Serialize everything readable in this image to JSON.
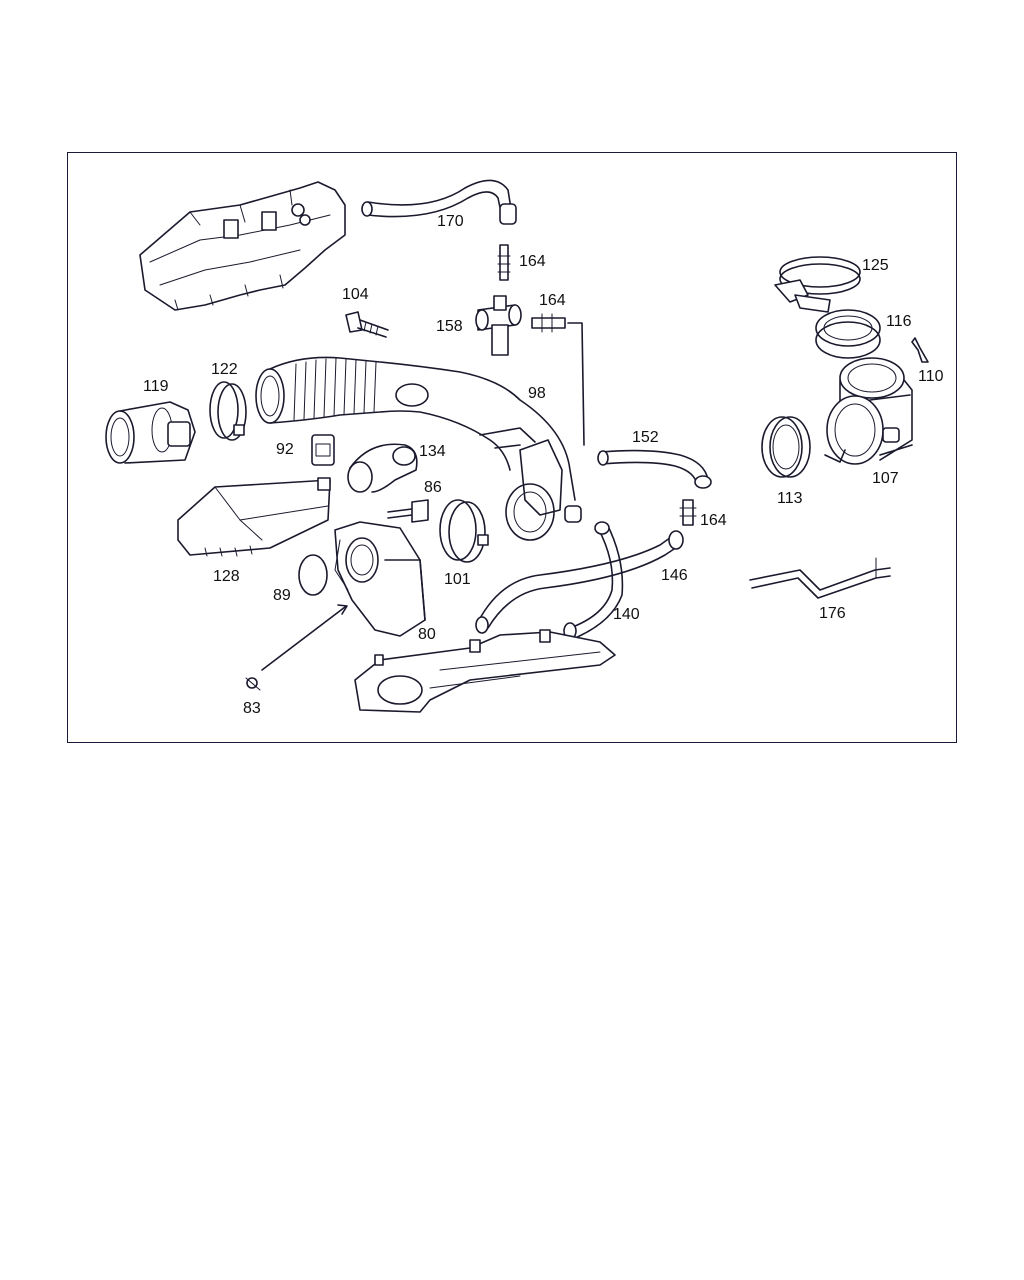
{
  "diagram": {
    "labels": {
      "p170": "170",
      "p164a": "164",
      "p104": "104",
      "p158": "158",
      "p164b": "164",
      "p125": "125",
      "p116": "116",
      "p110": "110",
      "p119": "119",
      "p122": "122",
      "p98": "98",
      "p92": "92",
      "p134": "134",
      "p152": "152",
      "p86": "86",
      "p113": "113",
      "p107": "107",
      "p164c": "164",
      "p128": "128",
      "p101": "101",
      "p146": "146",
      "p89": "89",
      "p176": "176",
      "p140": "140",
      "p80": "80",
      "p83": "83"
    },
    "colors": {
      "frame": "#1a1a3a",
      "line": "#1a1a2e",
      "background": "#ffffff"
    }
  }
}
